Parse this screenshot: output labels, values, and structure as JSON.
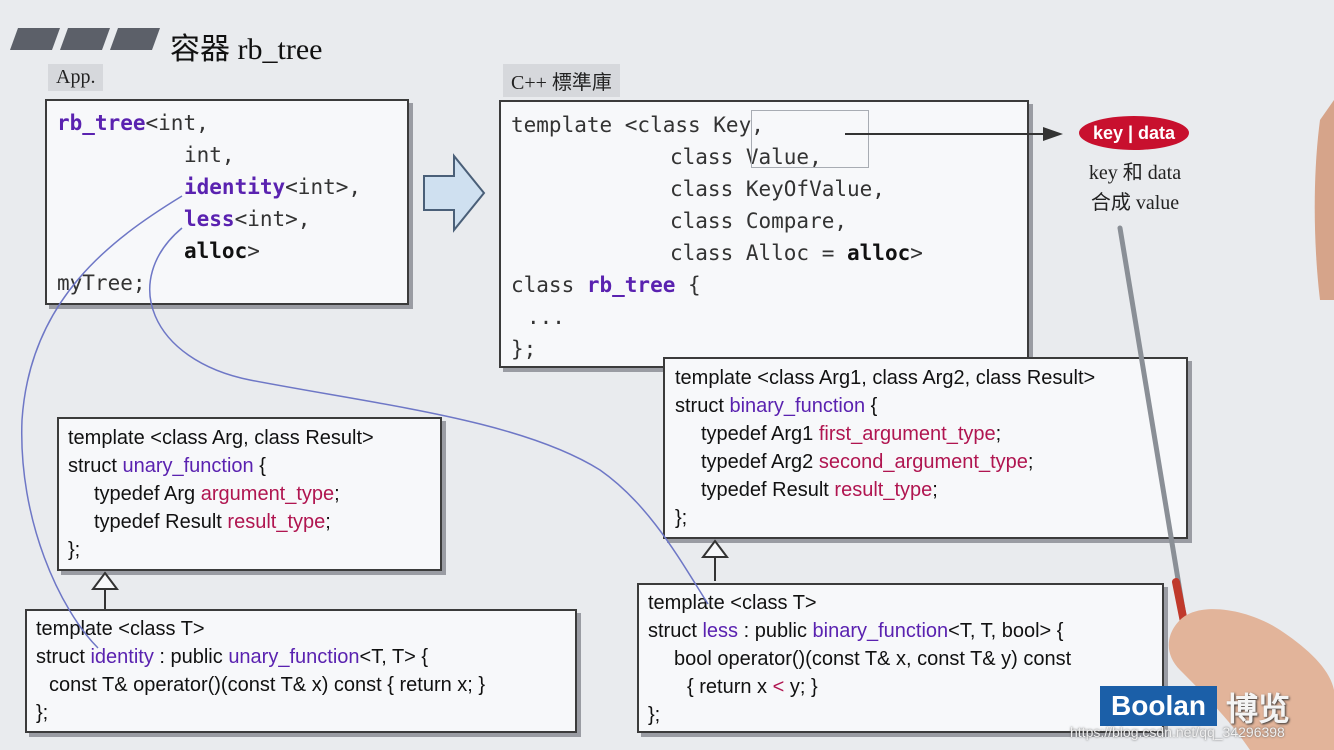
{
  "header": {
    "title": "容器 rb_tree",
    "app_tag": "App.",
    "std_tag": "C++ 標準庫"
  },
  "app_box": {
    "l1": {
      "a": "rb_tree",
      "b": "<int,"
    },
    "l2": {
      "b": "int,"
    },
    "l3": {
      "a": "identity",
      "b": "<int>,"
    },
    "l4": {
      "a": "less",
      "b": "<int>,"
    },
    "l5": {
      "a": "alloc",
      "b": ">"
    },
    "l6": "myTree;"
  },
  "std_box": {
    "l1": "template <class Key,",
    "l2": "class Value,",
    "l3": "class KeyOfValue,",
    "l4": "class Compare,",
    "l5": {
      "a": "class Alloc = ",
      "b": "alloc",
      "c": ">"
    },
    "l6": {
      "a": "class ",
      "b": "rb_tree",
      "c": " {"
    },
    "l7": "...",
    "l8": "};"
  },
  "annotation": {
    "pill": "key | data",
    "line1": "key 和 data",
    "line2": "合成 value"
  },
  "binary_box": {
    "l1": "template <class Arg1, class Arg2, class Result>",
    "l2": {
      "a": "struct ",
      "b": "binary_function",
      "c": " {"
    },
    "l3": {
      "a": "typedef Arg1 ",
      "b": "first_argument_type",
      "c": ";"
    },
    "l4": {
      "a": "typedef Arg2 ",
      "b": "second_argument_type",
      "c": ";"
    },
    "l5": {
      "a": "typedef Result ",
      "b": "result_type",
      "c": ";"
    },
    "l6": "};"
  },
  "unary_box": {
    "l1": "template <class Arg, class Result>",
    "l2": {
      "a": "struct ",
      "b": "unary_function",
      "c": " {"
    },
    "l3": {
      "a": "typedef Arg ",
      "b": "argument_type",
      "c": ";"
    },
    "l4": {
      "a": "typedef Result ",
      "b": "result_type",
      "c": ";"
    },
    "l5": "};"
  },
  "identity_box": {
    "l1": "template <class T>",
    "l2": {
      "a": "struct ",
      "b": "identity",
      "c": " : public ",
      "d": "unary_function",
      "e": "<T, T> {"
    },
    "l3": "const T& operator()(const T& x) const { return x; }",
    "l4": "};"
  },
  "less_box": {
    "l1": "template <class T>",
    "l2": {
      "a": "struct ",
      "b": "less",
      "c": " : public ",
      "d": "binary_function",
      "e": "<T, T, bool> {"
    },
    "l3": "bool operator()(const T& x, const T& y) const",
    "l4": {
      "a": "{ return x ",
      "b": "<",
      "c": " y; }"
    },
    "l5": "};"
  },
  "branding": {
    "logo": "Boolan",
    "logo_cn": "博览",
    "watermark": "https://blog.csdn.net/qq_34296398"
  },
  "colors": {
    "keyword_purple": "#5a22b0",
    "type_red": "#b01550",
    "pill_red": "#c8102e",
    "logo_blue": "#1b5fa8"
  }
}
